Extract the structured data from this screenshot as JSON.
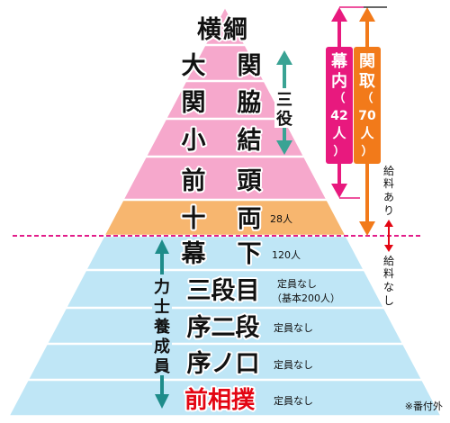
{
  "colors": {
    "pink": "#f6a8cc",
    "orange": "#f7b66f",
    "blue": "#bfe6f6",
    "sanyaku_arrow": "#3aa394",
    "makuuchi": "#e8197e",
    "sekitori": "#f27a1a",
    "rikishi_arrow": "#1e8c8a",
    "red_text": "#e30613",
    "dashed": "#e21d8a"
  },
  "ranks": {
    "yokozuna": "横綱",
    "ozeki": "大　関",
    "sekiwake": "関　脇",
    "komusubi": "小　結",
    "maegashira": "前　頭",
    "juryo": "十　両",
    "makushita": "幕　下",
    "sandanme": "三段目",
    "jonidan": "序二段",
    "jonokuchi": "序ノ口",
    "maezumo": "前相撲"
  },
  "counts": {
    "juryo": "28人",
    "makushita": "120人",
    "sandanme_line1": "定員なし",
    "sandanme_line2": "（基本200人）",
    "jonidan": "定員なし",
    "jonokuchi": "定員なし",
    "maezumo": "定員なし"
  },
  "labels": {
    "sanyaku": [
      "三",
      "役"
    ],
    "makuuchi": [
      "幕",
      "内",
      "（",
      "42",
      "人",
      "）"
    ],
    "sekitori": [
      "関",
      "取",
      "（",
      "70",
      "人",
      "）"
    ],
    "rikishi_yosei": [
      "力",
      "士",
      "養",
      "成",
      "員"
    ],
    "salary_yes": [
      "給",
      "料",
      "あ",
      "り"
    ],
    "salary_no": [
      "給",
      "料",
      "な",
      "し"
    ],
    "footnote": "※番付外"
  }
}
